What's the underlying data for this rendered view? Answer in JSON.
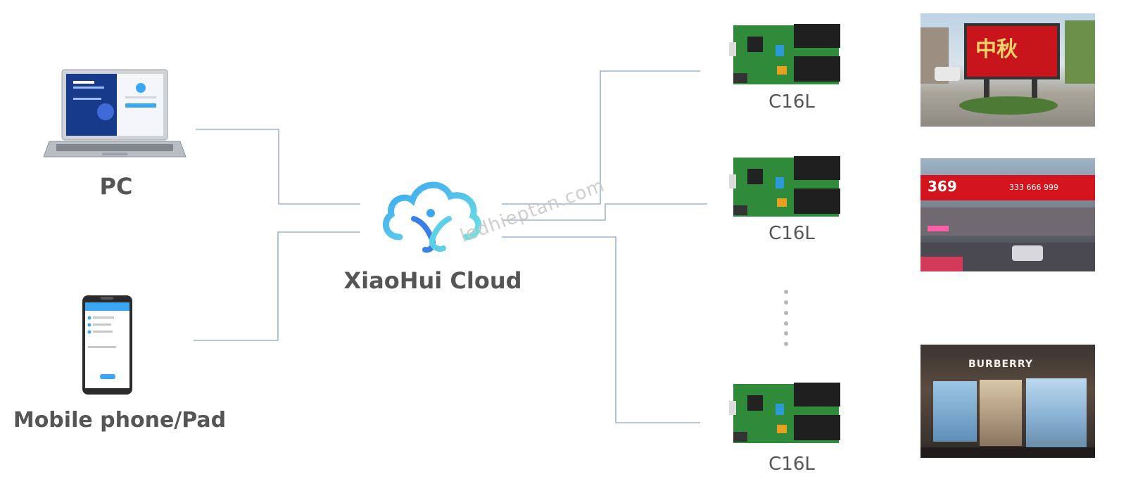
{
  "sources": {
    "pc": {
      "label": "PC",
      "icon": "laptop-icon"
    },
    "mobile": {
      "label": "Mobile phone/Pad",
      "icon": "smartphone-icon"
    }
  },
  "cloud": {
    "label": "XiaoHui Cloud",
    "icon": "xiaohui-cloud-logo"
  },
  "controllers": [
    {
      "label": "C16L",
      "icon": "controller-board-icon"
    },
    {
      "label": "C16L",
      "icon": "controller-board-icon"
    },
    {
      "label": "C16L",
      "icon": "controller-board-icon"
    }
  ],
  "screens": [
    {
      "icon": "outdoor-billboard-photo",
      "text": "中秋"
    },
    {
      "icon": "storefront-banner-photo",
      "text": "369",
      "phone": "333 666 999"
    },
    {
      "icon": "burberry-storefront-photo",
      "text": "BURBERRY"
    }
  ],
  "watermark": "ledhieptan.com",
  "colors": {
    "line": "#8aa3c7",
    "text": "#555555",
    "cloud_from": "#3aa6f4",
    "cloud_to": "#6fe0e0"
  }
}
